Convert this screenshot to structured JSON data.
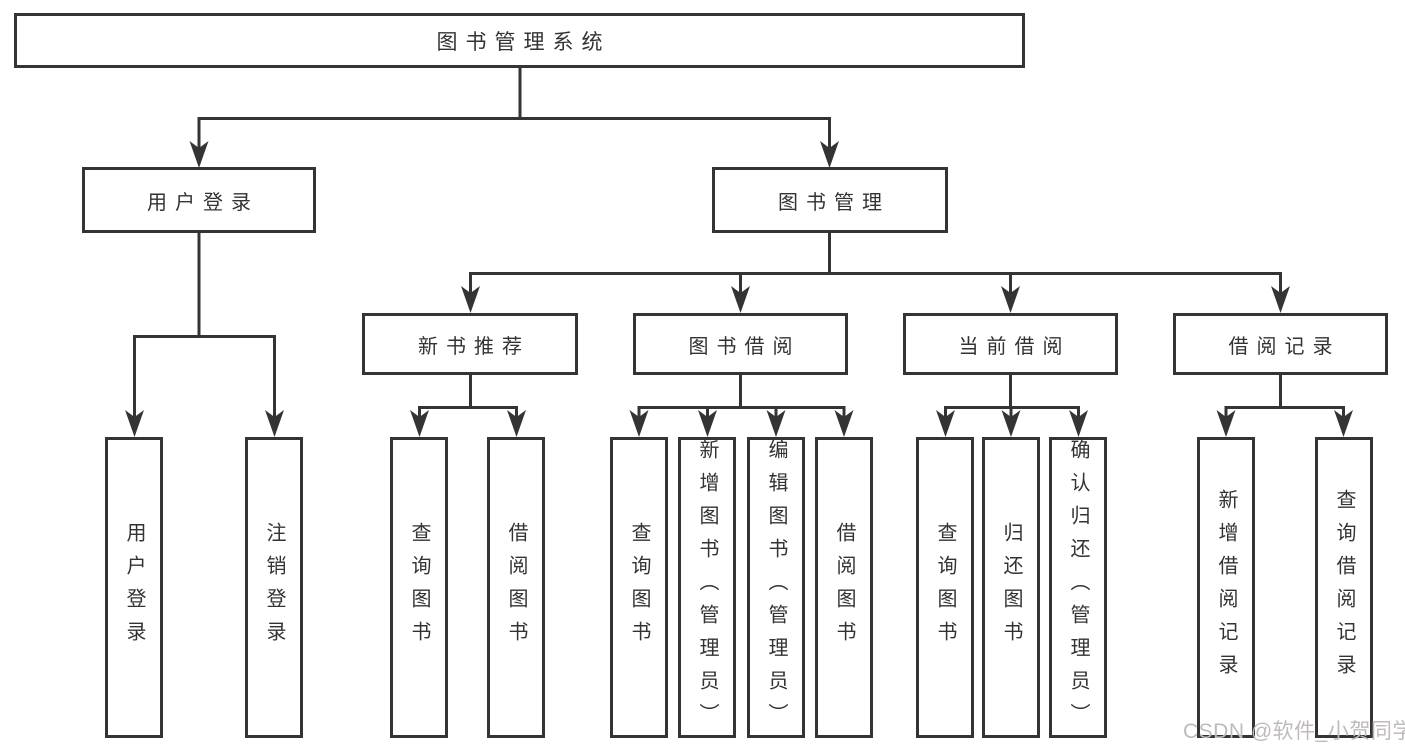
{
  "tree": {
    "root": {
      "label": "图书管理系统"
    },
    "branches": [
      {
        "label": "用户登录",
        "children": [
          {
            "label": "用户登录"
          },
          {
            "label": "注销登录"
          }
        ]
      },
      {
        "label": "图书管理",
        "children": [
          {
            "label": "新书推荐",
            "children": [
              {
                "label": "查询图书"
              },
              {
                "label": "借阅图书"
              }
            ]
          },
          {
            "label": "图书借阅",
            "children": [
              {
                "label": "查询图书"
              },
              {
                "label": "新增图书（管理员）"
              },
              {
                "label": "编辑图书（管理员）"
              },
              {
                "label": "借阅图书"
              }
            ]
          },
          {
            "label": "当前借阅",
            "children": [
              {
                "label": "查询图书"
              },
              {
                "label": "归还图书"
              },
              {
                "label": "确认归还（管理员）"
              }
            ]
          },
          {
            "label": "借阅记录",
            "children": [
              {
                "label": "新增借阅记录"
              },
              {
                "label": "查询借阅记录"
              }
            ]
          }
        ]
      }
    ]
  },
  "watermark": {
    "text": "CSDN @软件_小贺同学"
  },
  "colors": {
    "line": "#343434",
    "text": "#333333",
    "box_background": "#ffffff",
    "watermark": "#bfbabc",
    "background": "#ffffff"
  }
}
